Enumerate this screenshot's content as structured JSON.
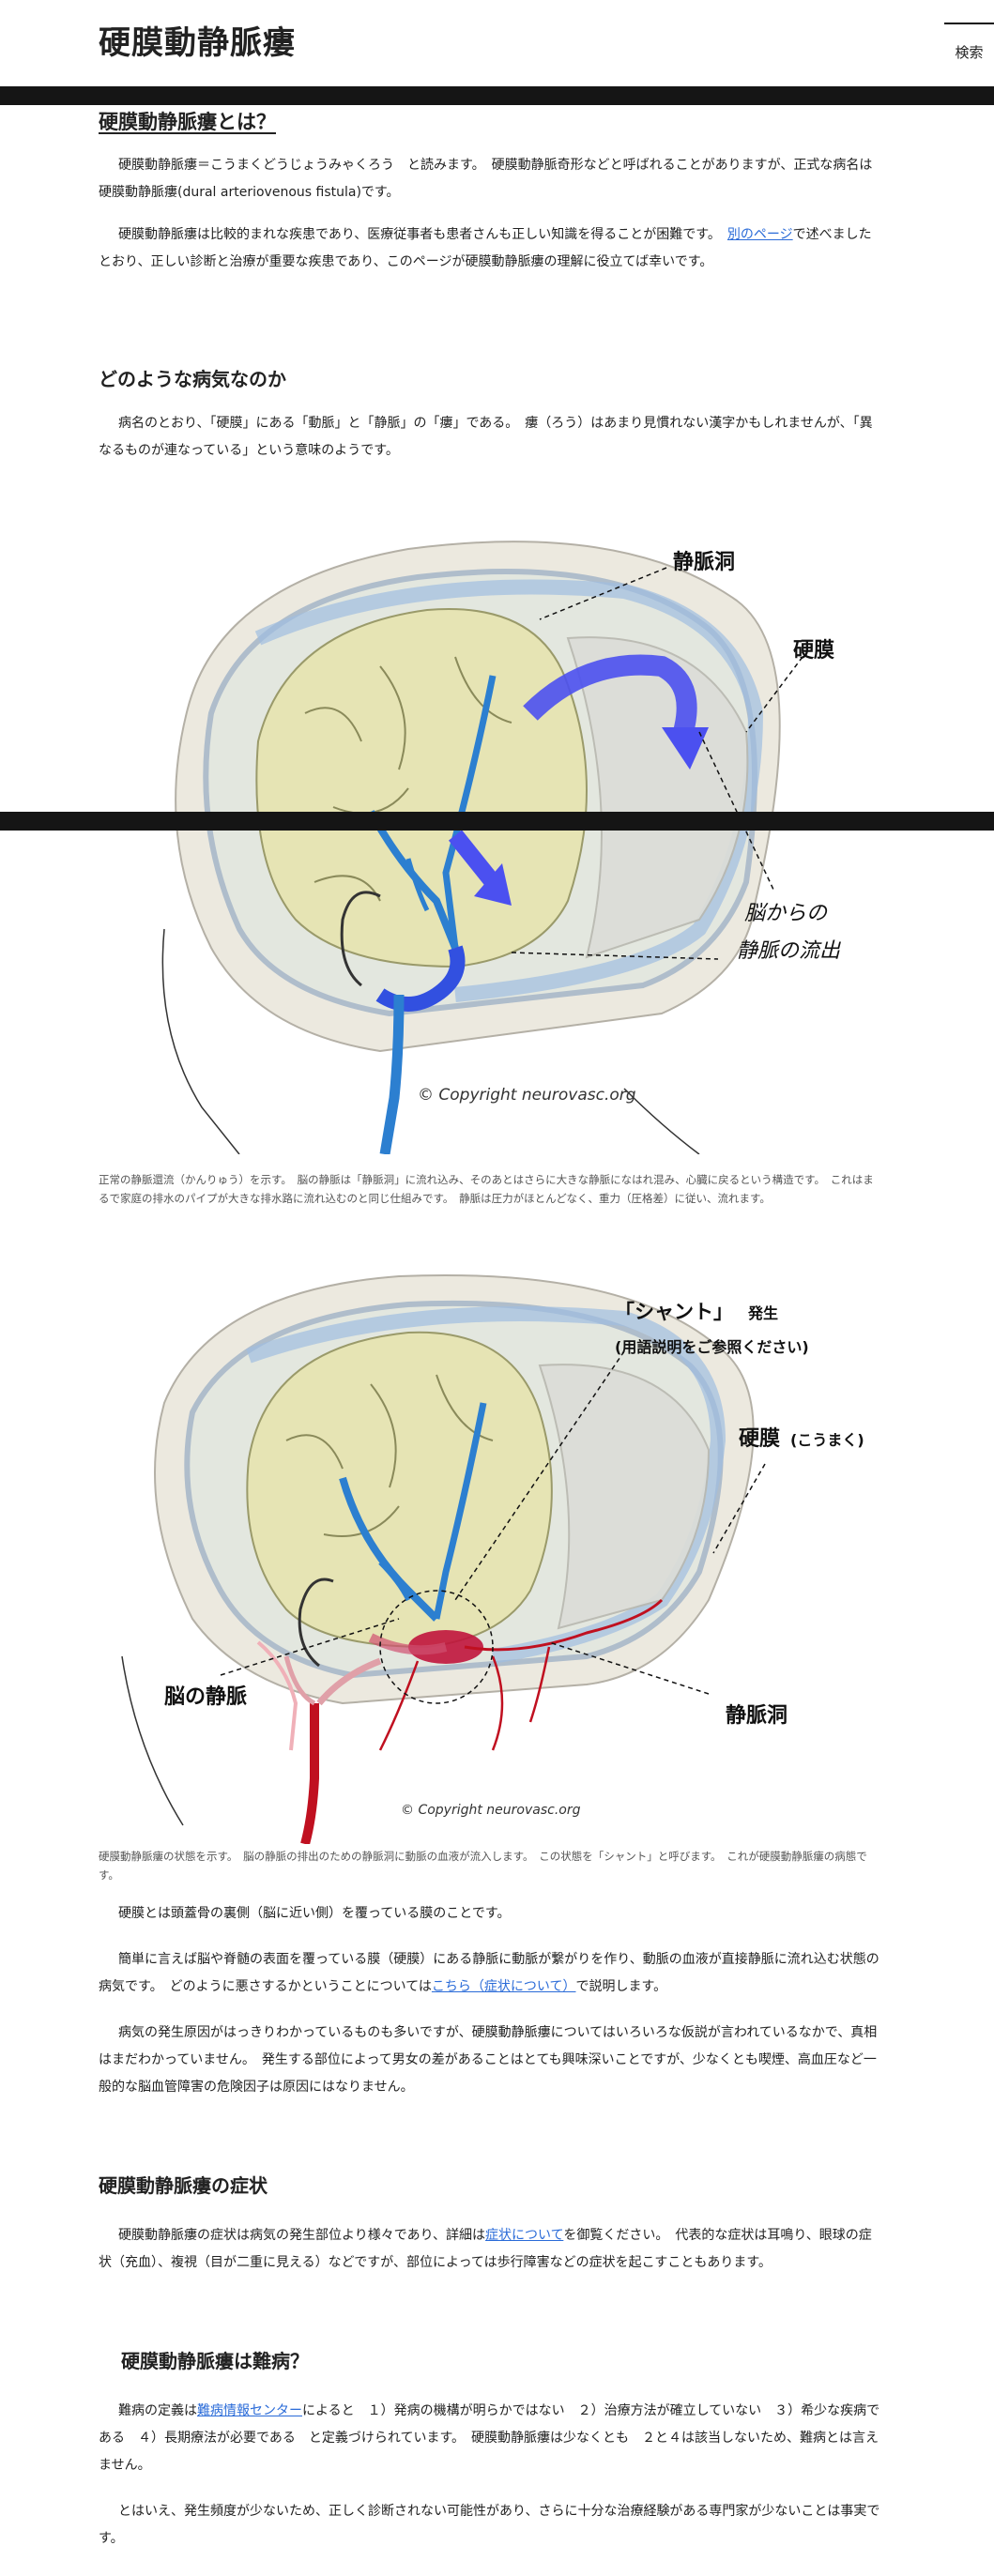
{
  "header": {
    "title": "硬膜動静脈瘻",
    "search_label": "検索"
  },
  "intro": {
    "heading": "硬膜動静脈瘻とは？",
    "p1": "硬膜動静脈瘻＝こうまくどうじょうみゃくろう　と読みます。　硬膜動静脈奇形などと呼ばれることがありますが、正式な病名は硬膜動静脈瘻(dural arteriovenous fistula)です。",
    "p2_before": "硬膜動静脈瘻は比較的まれな疾患であり、医療従事者も患者さんも正しい知識を得ることが困難です。　",
    "p2_link": "別のページ",
    "p2_after": "で述べましたとおり、正しい診断と治療が重要な疾患であり、このページが硬膜動静脈瘻の理解に役立てば幸いです。"
  },
  "what": {
    "heading": "どのような病気なのか",
    "p1": "病名のとおり、「硬膜」にある「動脈」と「静脈」の「瘻」である。　瘻（ろう）はあまり見慣れない漢字かもしれませんが、「異なるものが連なっている」という意味のようです。"
  },
  "figure1": {
    "labels": {
      "sinus": "静脈洞",
      "dura": "硬膜",
      "outflow_line1": "脳からの",
      "outflow_line2": "静脈の流出"
    },
    "copyright": "© Copyright neurovasc.org",
    "caption": "正常の静脈還流（かんりゅう）を示す。　脳の静脈は「静脈洞」に流れ込み、そのあとはさらに大きな静脈になはれ混み、心臓に戻るという構造です。　これはまるで家庭の排水のパイプが大きな排水路に流れ込むのと同じ仕組みです。　静脈は圧力がほとんどなく、重力（圧格差）に従い、流れます。"
  },
  "figure2": {
    "labels": {
      "shunt_main": "「シャント」",
      "shunt_suffix": "発生",
      "shunt_note": "(用語説明をご参照ください)",
      "dura": "硬膜",
      "dura_reading": "(こうまく)",
      "brain_vein": "脳の静脈",
      "sinus": "静脈洞"
    },
    "copyright": "© Copyright neurovasc.org",
    "caption": "硬膜動静脈瘻の状態を示す。　脳の静脈の排出のための静脈洞に動脈の血液が流入します。　この状態を「シャント」と呼びます。　これが硬膜動静脈瘻の病態です。"
  },
  "body": {
    "p1": "硬膜とは頭蓋骨の裏側（脳に近い側）を覆っている膜のことです。",
    "p2_before": "簡単に言えば脳や脊髄の表面を覆っている膜（硬膜）にある静脈に動脈が繋がりを作り、動脈の血液が直接静脈に流れ込む状態の病気です。　どのように悪さするかということについては",
    "p2_link": "こちら（症状について）",
    "p2_after": "で説明します。",
    "p3": "病気の発生原因がはっきりわかっているものも多いですが、硬膜動静脈瘻についてはいろいろな仮説が言われているなかで、真相はまだわかっていません。　発生する部位によって男女の差があることはとても興味深いことですが、少なくとも喫煙、高血圧など一般的な脳血管障害の危険因子は原因にはなりません。"
  },
  "symptoms": {
    "heading": "硬膜動静脈瘻の症状",
    "p1_before": "硬膜動静脈瘻の症状は病気の発生部位より様々であり、詳細は",
    "p1_link": "症状について",
    "p1_after": "を御覧ください。　代表的な症状は耳鳴り、眼球の症状（充血）、複視（目が二重に見える）などですが、部位によっては歩行障害などの症状を起こすこともあります。"
  },
  "intractable": {
    "heading": "硬膜動静脈瘻は難病？",
    "p1_before": "難病の定義は",
    "p1_link": "難病情報センター",
    "p1_after": "によると　１）発病の機構が明らかではない　２）治療方法が確立していない　３）希少な疾病である　４）長期療法が必要である　と定義づけられています。　硬膜動静脈瘻は少なくとも　２と４は該当しないため、難病とは言えません。",
    "p2": "とはいえ、発生頻度が少ないため、正しく診断されない可能性があり、さらに十分な治療経験がある専門家が少ないことは事実です。"
  }
}
